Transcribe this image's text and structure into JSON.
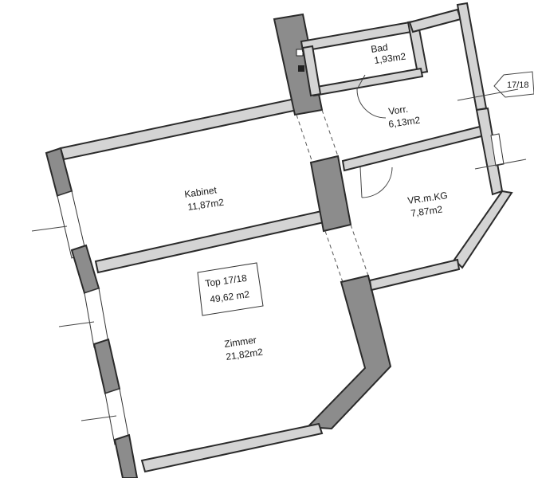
{
  "plan": {
    "unit_label": "Top 17/18",
    "unit_area": "49,62 m2",
    "stair_marker": "17/18",
    "rooms": [
      {
        "name": "Bad",
        "area": "1,93m2"
      },
      {
        "name": "Vorr.",
        "area": "6,13m2"
      },
      {
        "name": "Kabinet",
        "area": "11,87m2"
      },
      {
        "name": "VR.m.KG",
        "area": "7,87m2"
      },
      {
        "name": "Zimmer",
        "area": "21,82m2"
      }
    ]
  }
}
